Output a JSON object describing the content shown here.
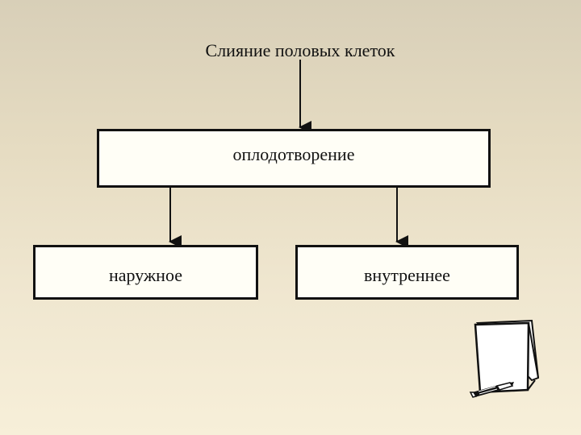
{
  "diagram": {
    "top_label": "Слияние половых клеток",
    "center_box": "оплодотворение",
    "left_box": "наружное",
    "right_box": "внутреннее"
  },
  "decorations": {
    "clipart": "notepad-with-pencil-icon"
  }
}
